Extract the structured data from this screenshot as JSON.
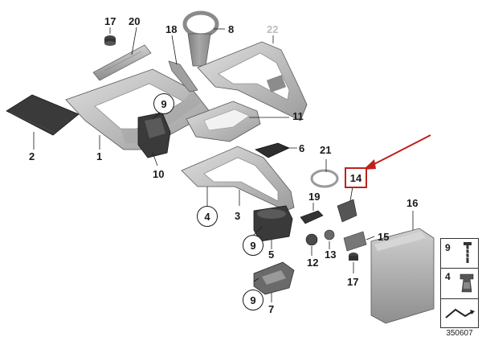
{
  "callouts": {
    "c1": "1",
    "c2": "2",
    "c3": "3",
    "c4": "4",
    "c5": "5",
    "c6": "6",
    "c7": "7",
    "c8": "8",
    "c9a": "9",
    "c9b": "9",
    "c9c": "9",
    "c10": "10",
    "c11": "11",
    "c12": "12",
    "c13": "13",
    "c14": "14",
    "c15": "15",
    "c16": "16",
    "c17a": "17",
    "c17b": "17",
    "c18": "18",
    "c19": "19",
    "c20": "20",
    "c21": "21",
    "c22": "22"
  },
  "legend": {
    "row1": "9",
    "row2": "4"
  },
  "reference_number": "350607",
  "colors": {
    "highlight": "#c0201c",
    "part_gray": "#b9b9b9",
    "dark_part": "#3a3a3a",
    "line": "#1a1a1a",
    "faded_label": "#bdbdbd"
  }
}
